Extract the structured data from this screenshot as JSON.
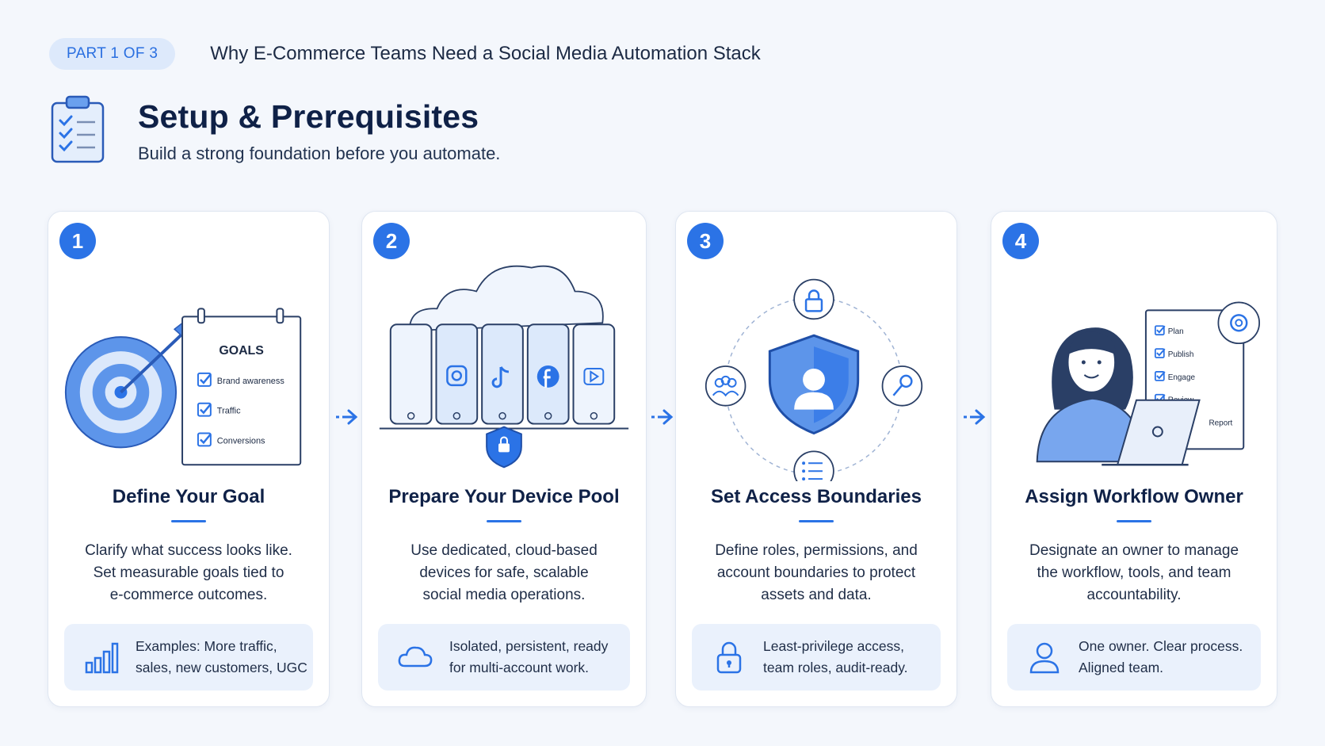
{
  "header": {
    "badge": "PART 1 OF 3",
    "series_title": "Why E-Commerce Teams Need a Social Media Automation Stack",
    "title": "Setup & Prerequisites",
    "subtitle": "Build a strong foundation before you automate."
  },
  "steps": [
    {
      "number": "1",
      "title": "Define Your Goal",
      "desc_lines": [
        "Clarify what success looks like.",
        "Set measurable goals tied to",
        "e-commerce outcomes."
      ],
      "foot_lines": [
        "Examples: More traffic,",
        "sales, new customers, UGC"
      ],
      "foot_icon": "bar-chart-icon",
      "illustration": {
        "board_title": "GOALS",
        "items": [
          "Brand awareness",
          "Traffic",
          "Conversions"
        ]
      }
    },
    {
      "number": "2",
      "title": "Prepare Your Device Pool",
      "desc_lines": [
        "Use dedicated, cloud-based",
        "devices for safe, scalable",
        "social media operations."
      ],
      "foot_lines": [
        "Isolated, persistent, ready",
        "for multi-account work."
      ],
      "foot_icon": "cloud-icon"
    },
    {
      "number": "3",
      "title": "Set Access Boundaries",
      "desc_lines": [
        "Define roles, permissions, and",
        "account boundaries to protect",
        "assets and data."
      ],
      "foot_lines": [
        "Least-privilege access,",
        "team roles, audit-ready."
      ],
      "foot_icon": "lock-icon"
    },
    {
      "number": "4",
      "title": "Assign Workflow Owner",
      "desc_lines": [
        "Designate an owner to manage",
        "the workflow, tools, and team",
        "accountability."
      ],
      "foot_lines": [
        "One owner. Clear process.",
        "Aligned team."
      ],
      "foot_icon": "user-icon",
      "illustration": {
        "checklist": [
          "Plan",
          "Publish",
          "Engage",
          "Review"
        ],
        "report_label": "Report"
      }
    }
  ],
  "colors": {
    "accent": "#2b73e6",
    "accent_light": "#dde9fb",
    "title": "#0f2147",
    "background": "#f4f7fc"
  }
}
